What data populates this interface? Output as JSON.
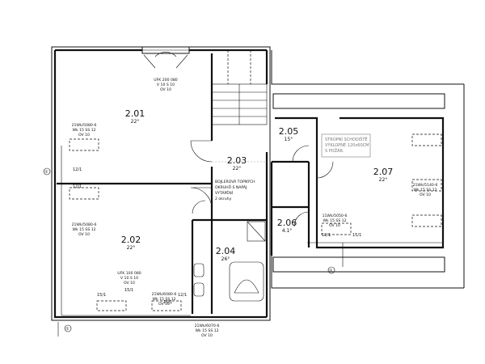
{
  "rooms": [
    {
      "id": "2.01",
      "temp": "22°"
    },
    {
      "id": "2.02",
      "temp": "22°"
    },
    {
      "id": "2.03",
      "temp": "22°"
    },
    {
      "id": "2.04",
      "temp": "26°"
    },
    {
      "id": "2.05",
      "temp": "15°"
    },
    {
      "id": "2.06",
      "temp": "4.1°"
    },
    {
      "id": "2.07",
      "temp": "22°"
    }
  ],
  "windows": {
    "top_2_01": [
      "UFK 200 080",
      "V 10 S 10",
      "OV 10"
    ],
    "left_2_01": [
      "21Wk/5080-6",
      "Wk 15 SS 12",
      "OV 10"
    ],
    "left_2_02": [
      "21Wk/5080-6",
      "Wk 15 SS 12",
      "OV 10"
    ],
    "bottom_2_02": [
      "UFK 100 080",
      "V 10 S 10",
      "OV 10"
    ],
    "bottom_mid": [
      "21Wk/6080-6",
      "Wk 15 SS 12",
      "OV 10"
    ],
    "bottom_right": [
      "21Wk/6070-6",
      "Wk 15 SS 12",
      "OV 10"
    ],
    "right_2_07": [
      "21Wk/5140-6",
      "Wk 15 SS 12",
      "OV 10"
    ],
    "center_2_07": [
      "11Wk/5050-6",
      "Wk 15 SS 12",
      "OV 10"
    ]
  },
  "pipe_marks": {
    "m1": "12/1",
    "m2": "12/1",
    "m3": "15/1",
    "m4": "15/1",
    "m5": "15/1",
    "m6": "12/1",
    "m7": "12/1",
    "m8": "15/1"
  },
  "riser_labels": {
    "left": "①",
    "bottom_left": "①",
    "bottom_right": "①"
  },
  "notes": {
    "hall": [
      "BOJLEROVÁ TOPNÝCH",
      "OKRUHŮ S NAPÁJ.",
      "VYTÁPĚNÍ",
      "2 okruhy"
    ],
    "stair_2_07": [
      "STROPNÍ SCHODIŠTĚ",
      "VÝKLOPNÉ 120x60CM",
      "S POŽÁR."
    ]
  }
}
